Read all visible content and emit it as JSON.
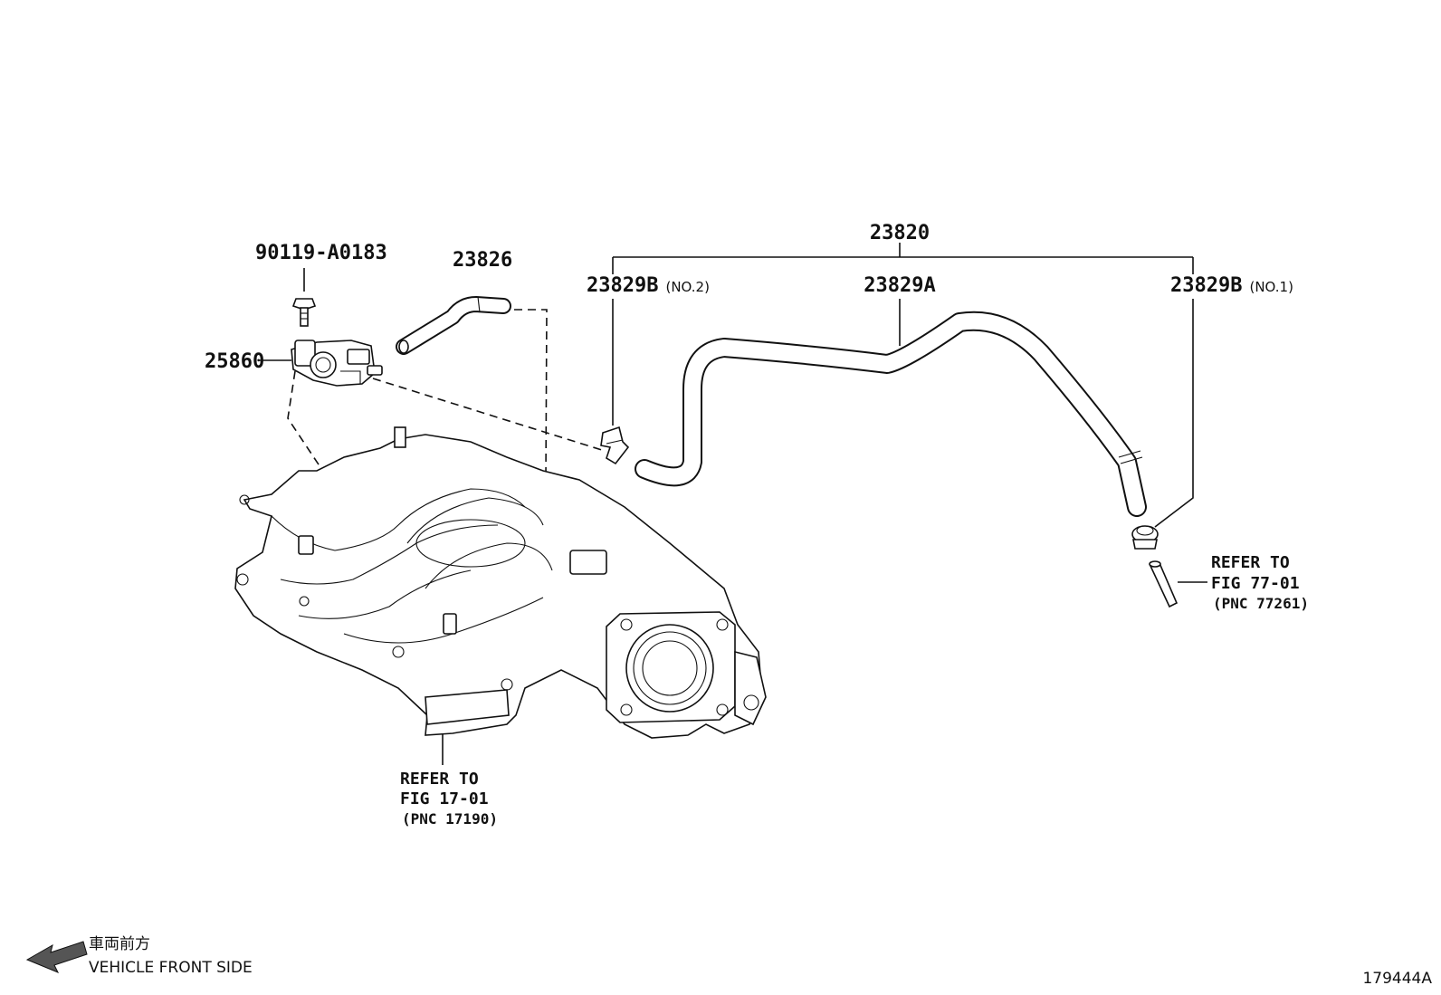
{
  "callouts": {
    "assembly": "23820",
    "hose_main": "23829A",
    "clamp_no2": "23829B",
    "clamp_no2_tag": "(NO.2)",
    "clamp_no1": "23829B",
    "clamp_no1_tag": "(NO.1)",
    "hose_small": "23826",
    "bolt": "90119-A0183",
    "vsv": "25860"
  },
  "refs": {
    "fig17": {
      "line1": "REFER TO",
      "line2": "FIG 17-01",
      "line3": "(PNC 17190)"
    },
    "fig77": {
      "line1": "REFER TO",
      "line2": "FIG 77-01",
      "line3": "(PNC 77261)"
    }
  },
  "footer": {
    "direction_jp": "車両前方",
    "direction_en": "VEHICLE FRONT SIDE",
    "diagram_id": "179444A"
  }
}
